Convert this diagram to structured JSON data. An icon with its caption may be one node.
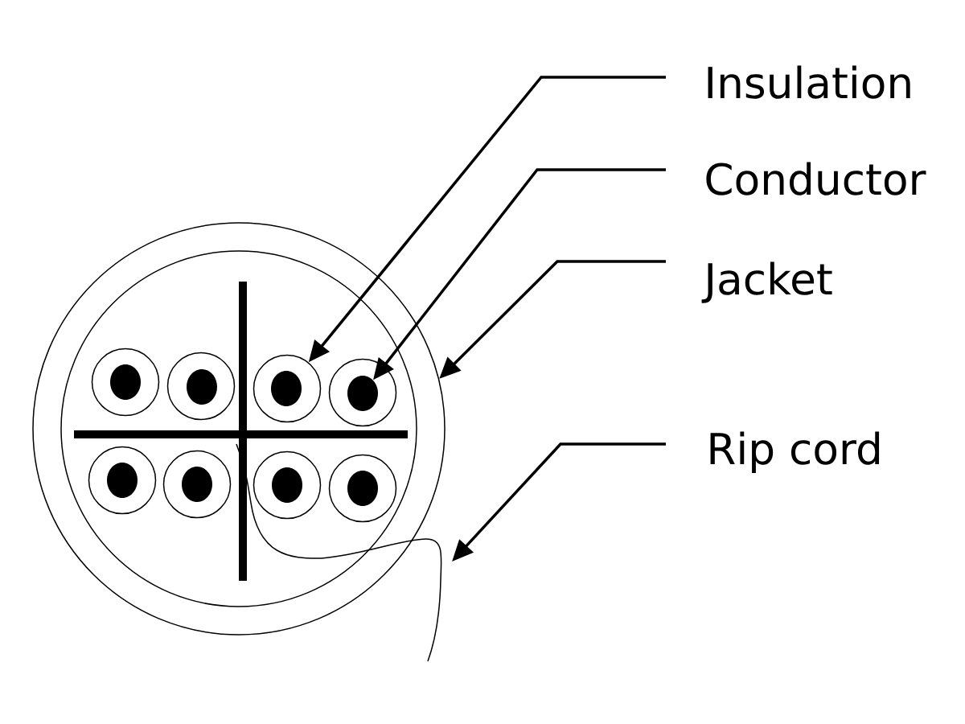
{
  "diagram": {
    "nodes": [
      {
        "text": [
          "Insulation"
        ]
      },
      {
        "text": [
          "Conductor"
        ]
      },
      {
        "text": [
          "Jacket"
        ]
      },
      {
        "text": [
          "Rip cord"
        ]
      },
      {
        "text": [],
        "shape": "circle"
      },
      {
        "text": [],
        "shape": "circle",
        "in": 4
      },
      {
        "text": [],
        "shape": "dot",
        "in": 5
      },
      {
        "text": [],
        "shape": "circle",
        "in": 4
      },
      {
        "text": [],
        "shape": "dot",
        "in": 7
      },
      {
        "text": [],
        "shape": "circle",
        "in": 4
      },
      {
        "text": [],
        "shape": "dot",
        "in": 9
      },
      {
        "text": [],
        "shape": "circle",
        "in": 4
      },
      {
        "text": [],
        "shape": "dot",
        "in": 11
      },
      {
        "text": [],
        "shape": "circle",
        "in": 4
      },
      {
        "text": [],
        "shape": "dot",
        "in": 13
      },
      {
        "text": [],
        "shape": "circle",
        "in": 4
      },
      {
        "text": [],
        "shape": "dot",
        "in": 15
      },
      {
        "text": [],
        "shape": "circle",
        "in": 4
      },
      {
        "text": [],
        "shape": "dot",
        "in": 17
      },
      {
        "text": [],
        "shape": "circle",
        "in": 4
      },
      {
        "text": [],
        "shape": "dot",
        "in": 19
      }
    ],
    "edges": [
      {
        "from": 0,
        "to": 9,
        "arrow": "to"
      },
      {
        "from": 1,
        "to": 12,
        "arrow": "to"
      },
      {
        "from": 2,
        "to": 4,
        "arrow": "to"
      },
      {
        "from": 3,
        "to": null,
        "arrow": "to"
      }
    ]
  }
}
